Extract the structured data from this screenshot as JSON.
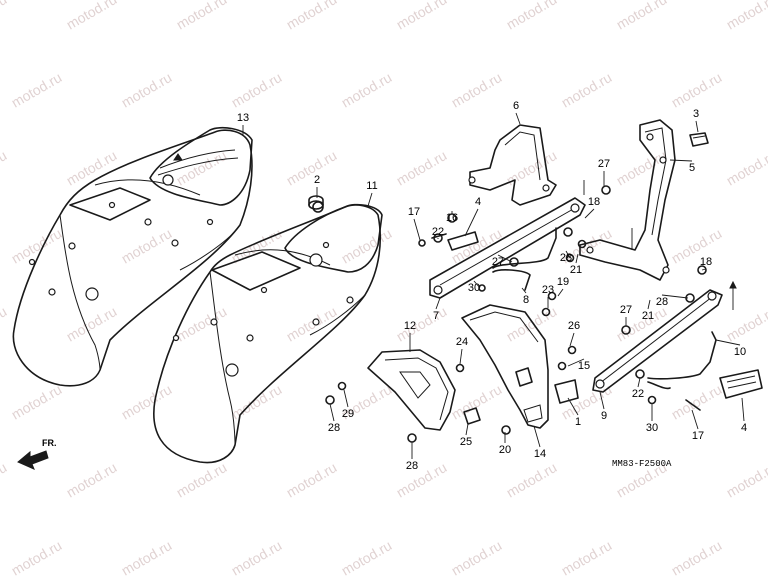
{
  "watermark": "motod.ru",
  "diagram_code": "MM83-F2500A",
  "front_label": "FR.",
  "callouts": [
    {
      "id": "c1",
      "label": "1"
    },
    {
      "id": "c2",
      "label": "2"
    },
    {
      "id": "c3",
      "label": "3"
    },
    {
      "id": "c4a",
      "label": "4"
    },
    {
      "id": "c4b",
      "label": "4"
    },
    {
      "id": "c5",
      "label": "5"
    },
    {
      "id": "c6",
      "label": "6"
    },
    {
      "id": "c7",
      "label": "7"
    },
    {
      "id": "c8",
      "label": "8"
    },
    {
      "id": "c9",
      "label": "9"
    },
    {
      "id": "c10",
      "label": "10"
    },
    {
      "id": "c11",
      "label": "11"
    },
    {
      "id": "c12",
      "label": "12"
    },
    {
      "id": "c13",
      "label": "13"
    },
    {
      "id": "c14",
      "label": "14"
    },
    {
      "id": "c15",
      "label": "15"
    },
    {
      "id": "c16",
      "label": "16"
    },
    {
      "id": "c17a",
      "label": "17"
    },
    {
      "id": "c17b",
      "label": "17"
    },
    {
      "id": "c18a",
      "label": "18"
    },
    {
      "id": "c18b",
      "label": "18"
    },
    {
      "id": "c19",
      "label": "19"
    },
    {
      "id": "c20",
      "label": "20"
    },
    {
      "id": "c21a",
      "label": "21"
    },
    {
      "id": "c21b",
      "label": "21"
    },
    {
      "id": "c22a",
      "label": "22"
    },
    {
      "id": "c22b",
      "label": "22"
    },
    {
      "id": "c23",
      "label": "23"
    },
    {
      "id": "c24",
      "label": "24"
    },
    {
      "id": "c25",
      "label": "25"
    },
    {
      "id": "c26",
      "label": "26"
    },
    {
      "id": "c27a",
      "label": "27"
    },
    {
      "id": "c27b",
      "label": "27"
    },
    {
      "id": "c27c",
      "label": "27"
    },
    {
      "id": "c28a",
      "label": "28"
    },
    {
      "id": "c28b",
      "label": "28"
    },
    {
      "id": "c28c",
      "label": "28"
    },
    {
      "id": "c28d",
      "label": "28"
    },
    {
      "id": "c29",
      "label": "29"
    },
    {
      "id": "c30a",
      "label": "30"
    },
    {
      "id": "c30b",
      "label": "30"
    }
  ]
}
